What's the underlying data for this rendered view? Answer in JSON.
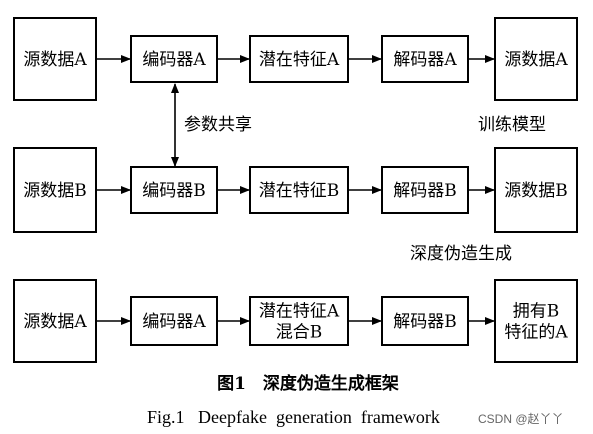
{
  "rows": [
    {
      "nodes": [
        {
          "lines": [
            "源数据A"
          ]
        },
        {
          "lines": [
            "编码器A"
          ]
        },
        {
          "lines": [
            "潜在特征A"
          ]
        },
        {
          "lines": [
            "解码器A"
          ]
        },
        {
          "lines": [
            "源数据A"
          ]
        }
      ]
    },
    {
      "nodes": [
        {
          "lines": [
            "源数据B"
          ]
        },
        {
          "lines": [
            "编码器B"
          ]
        },
        {
          "lines": [
            "潜在特征B"
          ]
        },
        {
          "lines": [
            "解码器B"
          ]
        },
        {
          "lines": [
            "源数据B"
          ]
        }
      ]
    },
    {
      "nodes": [
        {
          "lines": [
            "源数据A"
          ]
        },
        {
          "lines": [
            "编码器A"
          ]
        },
        {
          "lines": [
            "潜在特征A",
            "混合B"
          ]
        },
        {
          "lines": [
            "解码器B"
          ]
        },
        {
          "lines": [
            "拥有B",
            "特征的A"
          ]
        }
      ]
    }
  ],
  "labels": {
    "shared_params": "参数共享",
    "train_model": "训练模型",
    "deepfake_generation": "深度伪造生成"
  },
  "caption": {
    "cn": "图1　深度伪造生成框架",
    "en": "Fig.1   Deepfake  generation  framework"
  },
  "watermark": "CSDN @赵丫丫"
}
